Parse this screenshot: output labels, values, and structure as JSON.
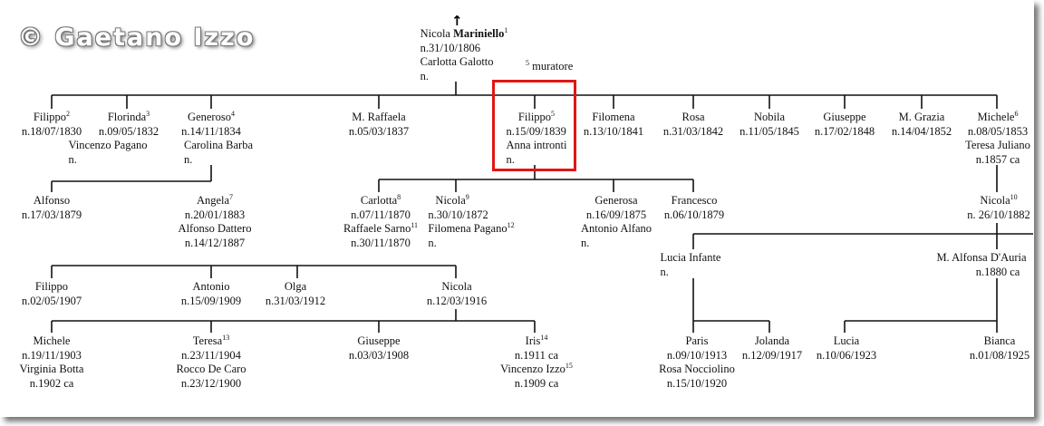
{
  "watermark": "© Gaetano Izzo",
  "up_arrow": "↑",
  "root": {
    "name_prefix": "Nicola ",
    "name_bold": "Mariniello",
    "note": "1",
    "birth": "n.31/10/1806",
    "spouse": "Carlotta Galotto",
    "spouse_birth": "n."
  },
  "occupation": {
    "note": "5",
    "label": "muratore"
  },
  "generation1": [
    {
      "name": "Filippo",
      "note": "2",
      "birth": "n.18/07/1830"
    },
    {
      "name": "Florinda",
      "note": "3",
      "birth": "n.09/05/1832",
      "spouse": "Vincenzo Pagano",
      "spouse_birth": "n."
    },
    {
      "name": "Generoso",
      "note": "4",
      "birth": "n.14/11/1834",
      "spouse": "Carolina Barba",
      "spouse_birth": "n."
    },
    {
      "name": "M. Raffaela",
      "note": "",
      "birth": "n.05/03/1837"
    },
    {
      "name": "Filippo",
      "note": "5",
      "birth": "n.15/09/1839",
      "spouse": "Anna intronti",
      "spouse_birth": "n."
    },
    {
      "name": "Filomena",
      "note": "",
      "birth": "n.13/10/1841"
    },
    {
      "name": "Rosa",
      "note": "",
      "birth": "n.31/03/1842"
    },
    {
      "name": "Nobila",
      "note": "",
      "birth": "n.11/05/1845"
    },
    {
      "name": "Giuseppe",
      "note": "",
      "birth": "n.17/02/1848"
    },
    {
      "name": "M. Grazia",
      "note": "",
      "birth": "n.14/04/1852"
    },
    {
      "name": "Michele",
      "note": "6",
      "birth": "n.08/05/1853",
      "spouse": "Teresa Juliano",
      "spouse_birth": "n.1857 ca"
    }
  ],
  "generation2": [
    {
      "name": "Alfonso",
      "note": "",
      "birth": "n.17/03/1879"
    },
    {
      "name": "Angela",
      "note": "7",
      "birth": "n.20/01/1883",
      "spouse": "Alfonso Dattero",
      "spouse_birth": "n.14/12/1887"
    },
    {
      "name": "Carlotta",
      "note": "8",
      "birth": "n.07/11/1870",
      "spouse": "Raffaele Sarno",
      "spouse_note": "11",
      "spouse_birth": "n.30/11/1870"
    },
    {
      "name": "Nicola",
      "note": "9",
      "birth": "n.30/10/1872",
      "spouse": "Filomena Pagano",
      "spouse_note": "12",
      "spouse_birth": "n."
    },
    {
      "name": "Generosa",
      "note": "",
      "birth": "n.16/09/1875",
      "spouse": "Antonio Alfano",
      "spouse_birth": "n."
    },
    {
      "name": "Francesco",
      "note": "",
      "birth": "n.06/10/1879"
    },
    {
      "name": "Nicola",
      "note": "10",
      "birth": "n. 26/10/1882"
    }
  ],
  "spouses_gen2": [
    {
      "name": "Lucia Infante",
      "birth": "n."
    },
    {
      "name": "M. Alfonsa D'Auria",
      "birth": "n.1880 ca"
    }
  ],
  "generation3": [
    {
      "name": "Filippo",
      "birth": "n.02/05/1907"
    },
    {
      "name": "Antonio",
      "birth": "n.15/09/1909"
    },
    {
      "name": "Olga",
      "birth": "n.31/03/1912"
    },
    {
      "name": "Nicola",
      "birth": "n.12/03/1916"
    }
  ],
  "generation4": [
    {
      "name": "Michele",
      "note": "",
      "birth": "n.19/11/1903",
      "spouse": "Virginia Botta",
      "spouse_birth": "n.1902 ca"
    },
    {
      "name": "Teresa",
      "note": "13",
      "birth": "n.23/11/1904",
      "spouse": "Rocco De Caro",
      "spouse_birth": "n.23/12/1900"
    },
    {
      "name": "Giuseppe",
      "note": "",
      "birth": "n.03/03/1908"
    },
    {
      "name": "Iris",
      "note": "14",
      "birth": "n.1911 ca",
      "spouse": "Vincenzo Izzo",
      "spouse_note": "15",
      "spouse_birth": "n.1909 ca"
    },
    {
      "name": "Paris",
      "note": "",
      "birth": "n.09/10/1913",
      "spouse": "Rosa Nocciolino",
      "spouse_birth": "n.15/10/1920"
    },
    {
      "name": "Jolanda",
      "note": "",
      "birth": "n.12/09/1917"
    },
    {
      "name": "Lucia",
      "note": "",
      "birth": "n.10/06/1923"
    },
    {
      "name": "Bianca",
      "note": "",
      "birth": "n.01/08/1925"
    }
  ]
}
